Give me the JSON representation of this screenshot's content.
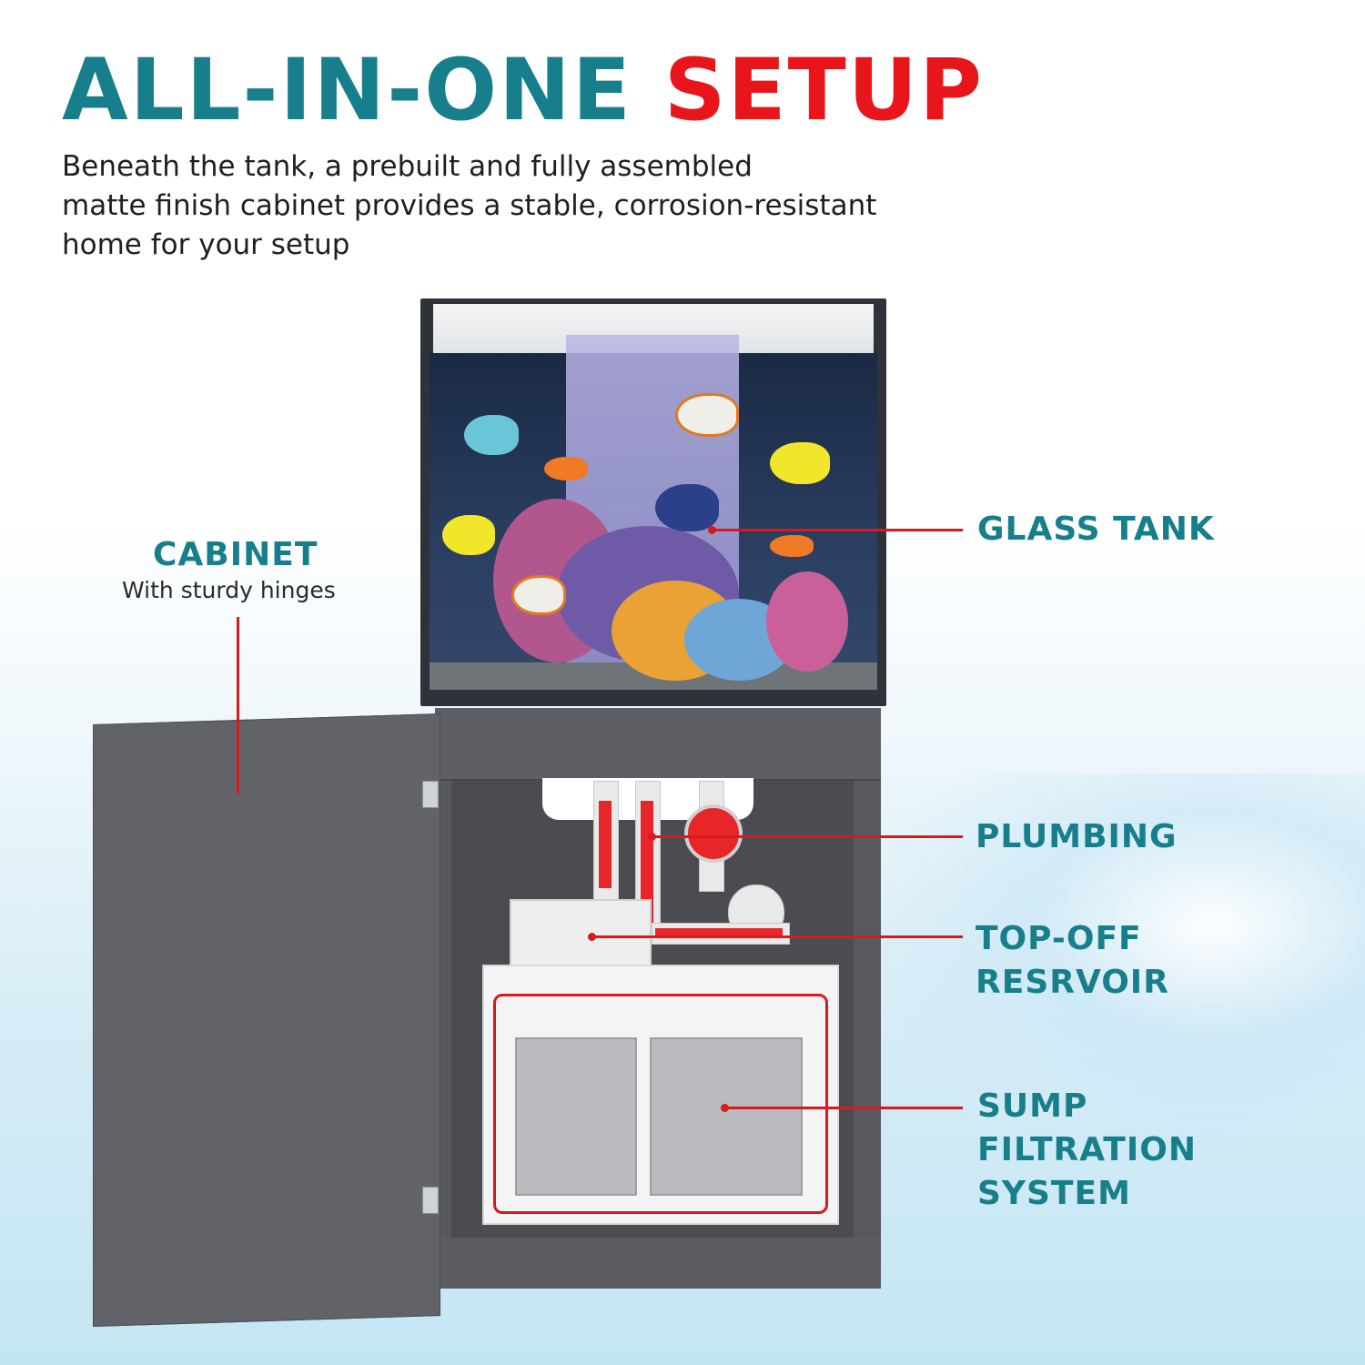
{
  "header": {
    "title_part1": "ALL-IN-ONE",
    "title_part2": "SETUP",
    "accent_teal": "#177f8c",
    "accent_red": "#e8161b",
    "description_lines": [
      "Beneath the tank, a prebuilt and fully assembled",
      "matte finish cabinet provides a stable, corrosion-resistant",
      "home for your setup"
    ]
  },
  "callouts": {
    "cabinet": {
      "title": "CABINET",
      "subtitle": "With sturdy hinges"
    },
    "glass_tank": {
      "title": "GLASS TANK"
    },
    "plumbing": {
      "title": "PLUMBING"
    },
    "top_off": {
      "lines": [
        "TOP-OFF",
        "RESRVOIR"
      ]
    },
    "sump": {
      "lines": [
        "SUMP",
        "FILTRATION",
        "SYSTEM"
      ]
    }
  }
}
